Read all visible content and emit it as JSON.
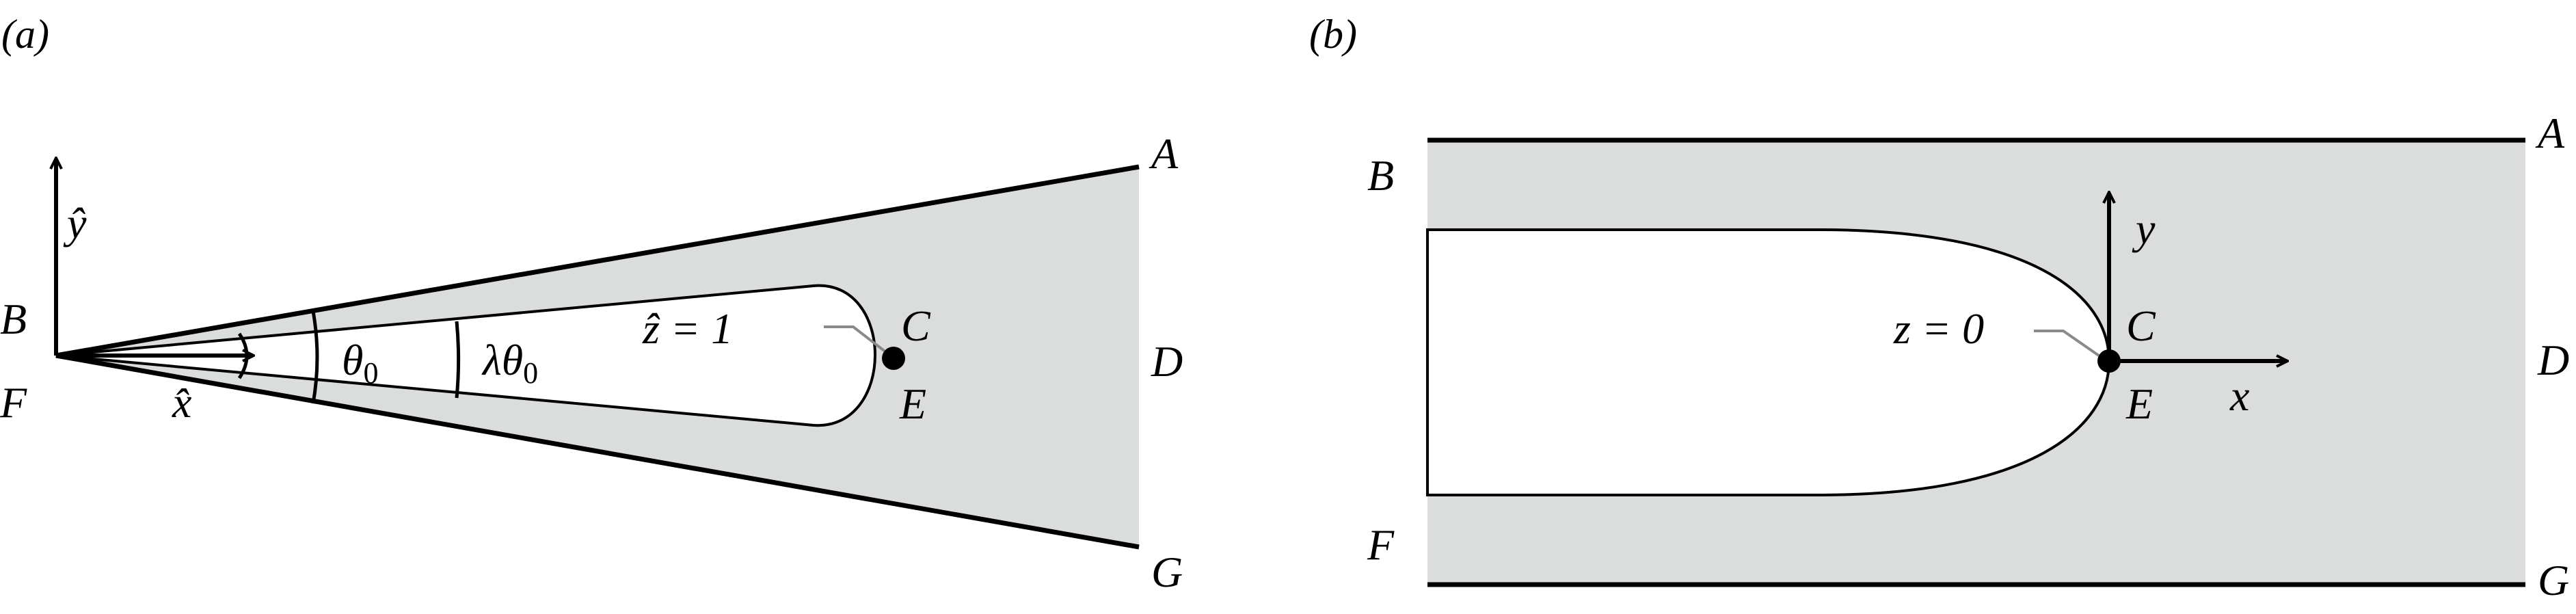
{
  "panel_a": {
    "label": "(a)",
    "points": {
      "A": "A",
      "B": "B",
      "C": "C",
      "D": "D",
      "E": "E",
      "F": "F",
      "G": "G"
    },
    "axis_x": "x̂",
    "axis_y": "ŷ",
    "theta0_parts": {
      "sym": "θ",
      "sub": "0"
    },
    "lambda_theta0_parts": {
      "sym": "λθ",
      "sub": "0"
    },
    "contour_eq": "ẑ = 1"
  },
  "panel_b": {
    "label": "(b)",
    "points": {
      "A": "A",
      "B": "B",
      "C": "C",
      "D": "D",
      "E": "E",
      "F": "F",
      "G": "G"
    },
    "axis_x": "x",
    "axis_y": "y",
    "contour_eq": "z = 0"
  },
  "colors": {
    "fill": "#dbdcdc",
    "stroke": "#000000",
    "leader": "#8a8a8a"
  }
}
